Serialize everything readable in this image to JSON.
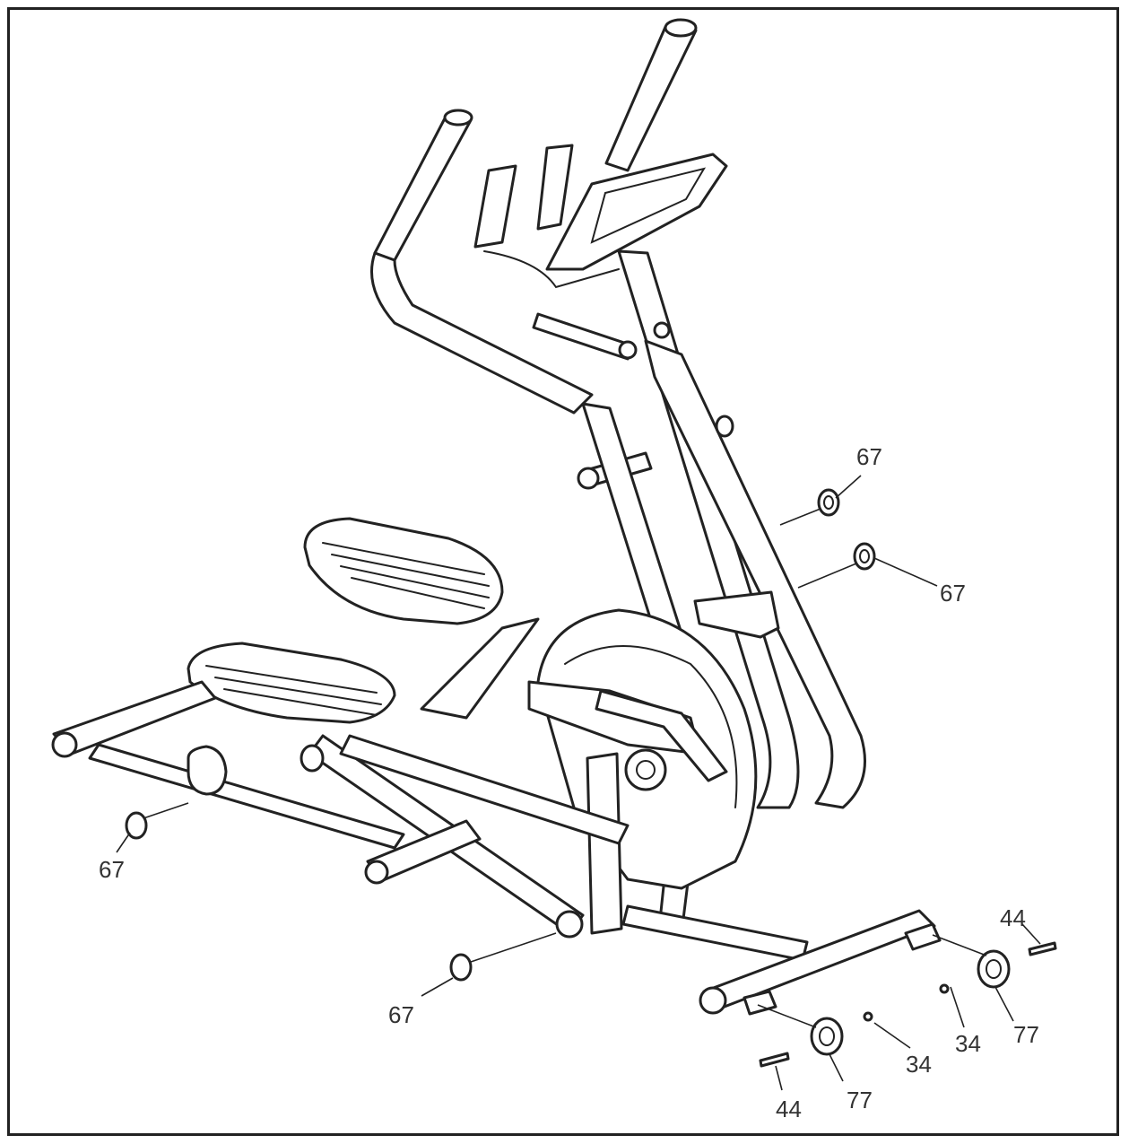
{
  "callouts": [
    {
      "id": "c67a",
      "label": "67"
    },
    {
      "id": "c67b",
      "label": "67"
    },
    {
      "id": "c67c",
      "label": "67"
    },
    {
      "id": "c67d",
      "label": "67"
    },
    {
      "id": "c44a",
      "label": "44"
    },
    {
      "id": "c44b",
      "label": "44"
    },
    {
      "id": "c34a",
      "label": "34"
    },
    {
      "id": "c34b",
      "label": "34"
    },
    {
      "id": "c77a",
      "label": "77"
    },
    {
      "id": "c77b",
      "label": "77"
    }
  ]
}
